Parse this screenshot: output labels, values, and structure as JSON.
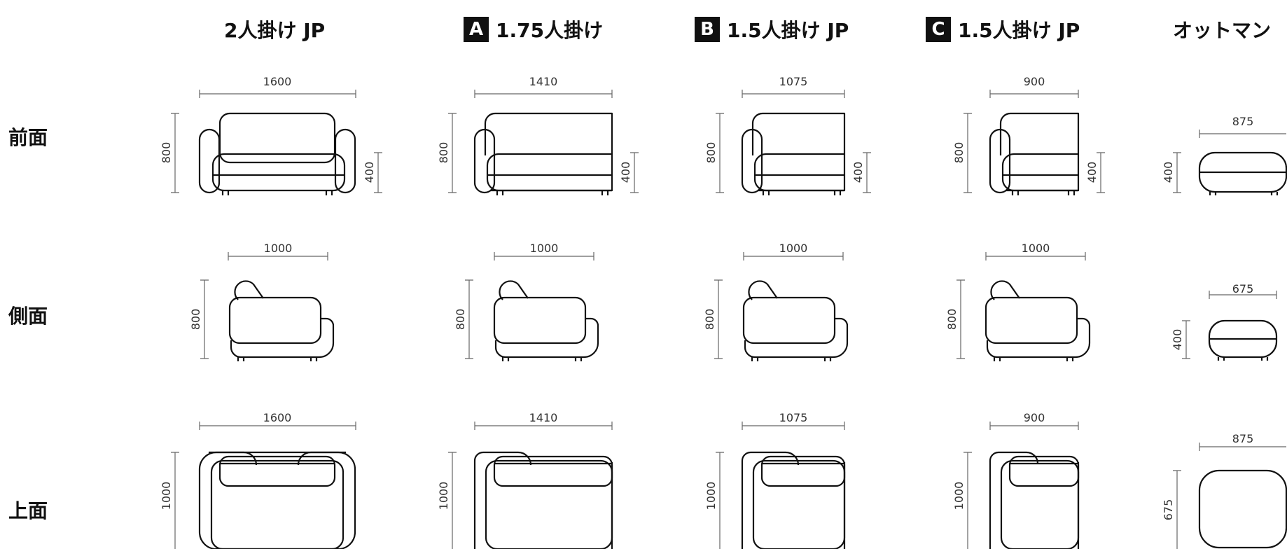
{
  "columns": [
    {
      "badge": "",
      "title": "2人掛け JP"
    },
    {
      "badge": "A",
      "title": "1.75人掛け"
    },
    {
      "badge": "B",
      "title": "1.5人掛け JP"
    },
    {
      "badge": "C",
      "title": "1.5人掛け JP"
    },
    {
      "badge": "",
      "title": "オットマン"
    }
  ],
  "rows": [
    {
      "label": "前面"
    },
    {
      "label": "側面"
    },
    {
      "label": "上面"
    }
  ],
  "dims": {
    "front": [
      {
        "width": "1600",
        "height": "800",
        "seat": "400"
      },
      {
        "width": "1410",
        "height": "800",
        "seat": "400"
      },
      {
        "width": "1075",
        "height": "800",
        "seat": "400"
      },
      {
        "width": "900",
        "height": "800",
        "seat": "400"
      },
      {
        "width": "875",
        "height": "400"
      }
    ],
    "side": [
      {
        "width": "1000",
        "height": "800"
      },
      {
        "width": "1000",
        "height": "800"
      },
      {
        "width": "1000",
        "height": "800"
      },
      {
        "width": "1000",
        "height": "800"
      },
      {
        "width": "675",
        "height": "400"
      }
    ],
    "top": [
      {
        "width": "1600",
        "depth": "1000"
      },
      {
        "width": "1410",
        "depth": "1000"
      },
      {
        "width": "1075",
        "depth": "1000"
      },
      {
        "width": "900",
        "depth": "1000"
      },
      {
        "width": "875",
        "depth": "675"
      }
    ]
  }
}
